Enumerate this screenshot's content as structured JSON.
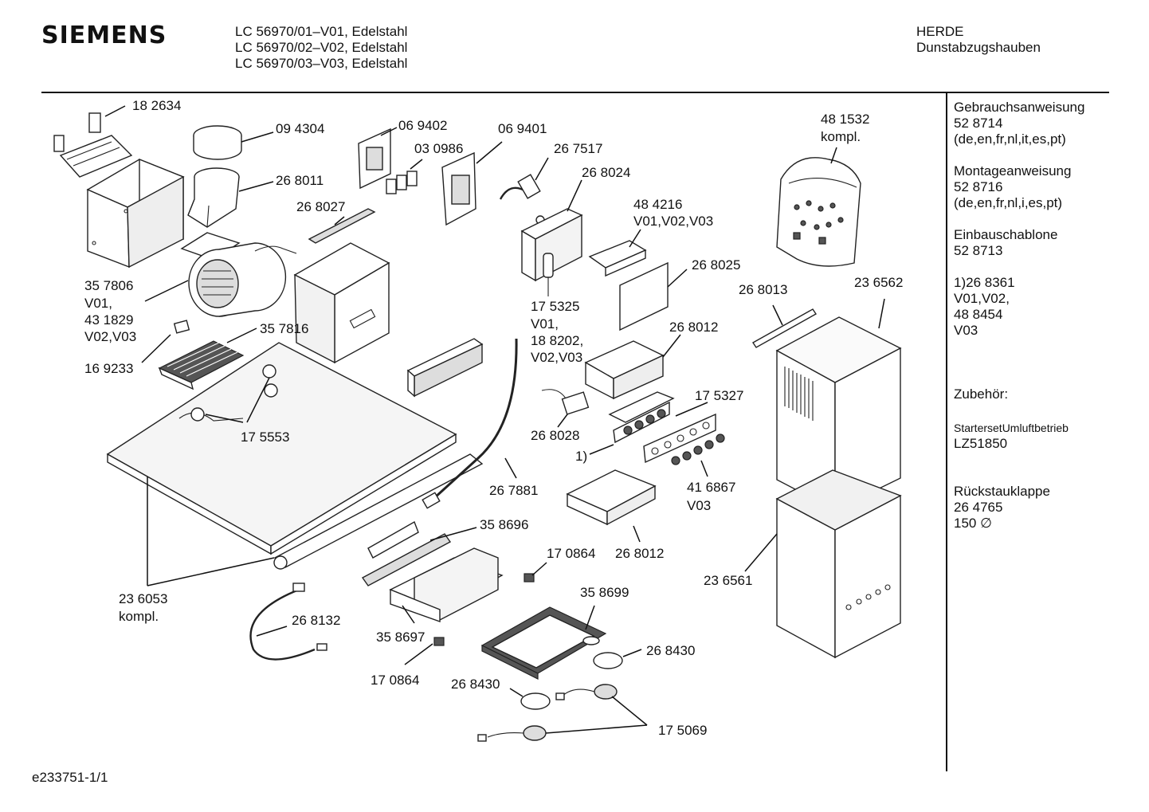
{
  "header": {
    "brand": "SIEMENS",
    "models": [
      "LC 56970/01–V01, Edelstahl",
      "LC 56970/02–V02, Edelstahl",
      "LC 56970/03–V03, Edelstahl"
    ],
    "category": "HERDE",
    "subcategory": "Dunstabzugshauben"
  },
  "sidebar": {
    "manual_title": "Gebrauchsanweisung",
    "manual_number": "52 8714",
    "manual_langs": "(de,en,fr,nl,it,es,pt)",
    "mounting_title": "Montageanweisung",
    "mounting_number": "52 8716",
    "mounting_langs": "(de,en,fr,nl,i,es,pt)",
    "template_title": "Einbauschablone",
    "template_number": "52 8713",
    "note_line1": "1)26 8361",
    "note_line2": "V01,V02,",
    "note_line3": "48 8454",
    "note_line4": "V03",
    "accessories_title": "Zubehör:",
    "kit_name": "StartersetUmluftbetrieb",
    "kit_number": "LZ51850",
    "flap_title": "Rückstauklappe",
    "flap_number": "26 4765",
    "flap_size": "150 ∅"
  },
  "labels": {
    "l182634": "18 2634",
    "l094304": "09 4304",
    "l268011": "26 8011",
    "l069402": "06 9402",
    "l030986": "03 0986",
    "l069401": "06 9401",
    "l267517": "26 7517",
    "l268024": "26 8024",
    "l268027": "26 8027",
    "l484216a": "48 4216",
    "l484216b": "V01,V02,V03",
    "l481532a": "48 1532",
    "l481532b": "kompl.",
    "l357806a": "35 7806",
    "l357806b": "V01,",
    "l357806c": "43 1829",
    "l357806d": "V02,V03",
    "l268025": "26 8025",
    "l268013": "26 8013",
    "l236562": "23 6562",
    "l175325a": "17 5325",
    "l175325b": "V01,",
    "l175325c": "18 8202,",
    "l175325d": "V02,V03",
    "l357816": "35 7816",
    "l268012a": "26 8012",
    "l169233": "16 9233",
    "l175327": "17 5327",
    "l175553": "17 5553",
    "l268028": "26 8028",
    "l_note1": "1)",
    "l416867a": "41 6867",
    "l416867b": "V03",
    "l267881": "26 7881",
    "l358696": "35 8696",
    "l268012b": "26 8012",
    "l170864a": "17 0864",
    "l236561": "23 6561",
    "l236053a": "23 6053",
    "l236053b": "kompl.",
    "l358699": "35 8699",
    "l268132": "26 8132",
    "l358697": "35 8697",
    "l268430a": "26 8430",
    "l170864b": "17 0864",
    "l268430b": "26 8430",
    "l175069": "17 5069"
  },
  "footer": {
    "code": "e233751-1/1"
  }
}
